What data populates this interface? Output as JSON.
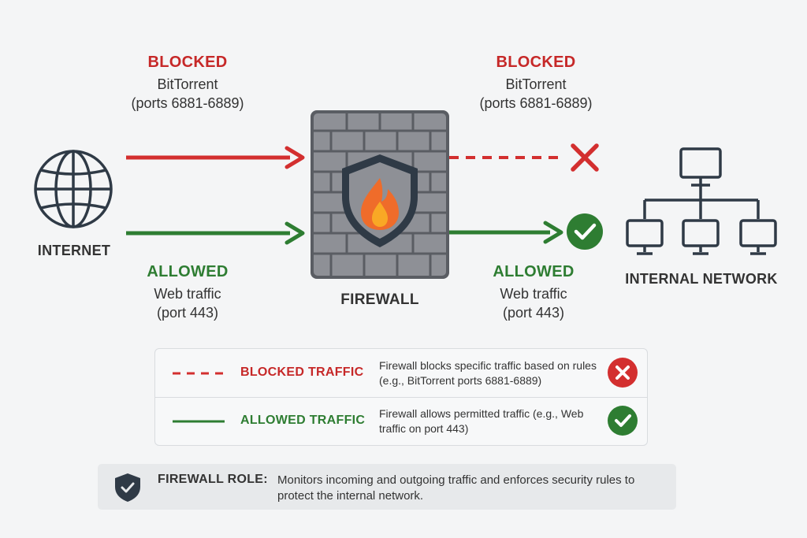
{
  "labels": {
    "top_left": {
      "status": "BLOCKED",
      "desc": "BitTorrent",
      "ports": "(ports 6881-6889)"
    },
    "top_right": {
      "status": "BLOCKED",
      "desc": "BitTorrent",
      "ports": "(ports 6881-6889)"
    },
    "bottom_left": {
      "status": "ALLOWED",
      "desc": "Web traffic",
      "ports": "(port 443)"
    },
    "bottom_right": {
      "status": "ALLOWED",
      "desc": "Web traffic",
      "ports": "(port 443)"
    }
  },
  "nodes": {
    "internet": "INTERNET",
    "firewall": "FIREWALL",
    "internal_network": "INTERNAL NETWORK"
  },
  "legend": {
    "blocked": {
      "title": "BLOCKED TRAFFIC",
      "desc": "Firewall blocks specific traffic based on rules (e.g., BitTorrent ports 6881-6889)"
    },
    "allowed": {
      "title": "ALLOWED TRAFFIC",
      "desc": "Firewall allows permitted traffic (e.g., Web traffic on port 443)"
    }
  },
  "role": {
    "title": "FIREWALL ROLE:",
    "text": "Monitors incoming and outgoing traffic and enforces security rules to protect the internal network."
  },
  "colors": {
    "blocked": "#d32f2f",
    "allowed": "#2e7d32",
    "wall": "#7d7f84",
    "shield": "#2f3a46",
    "icon": "#2f3a46"
  },
  "icons": [
    "globe-icon",
    "firewall-icon",
    "shield-icon",
    "flame-icon",
    "x-icon",
    "check-icon",
    "monitor-icon",
    "network-icon"
  ]
}
